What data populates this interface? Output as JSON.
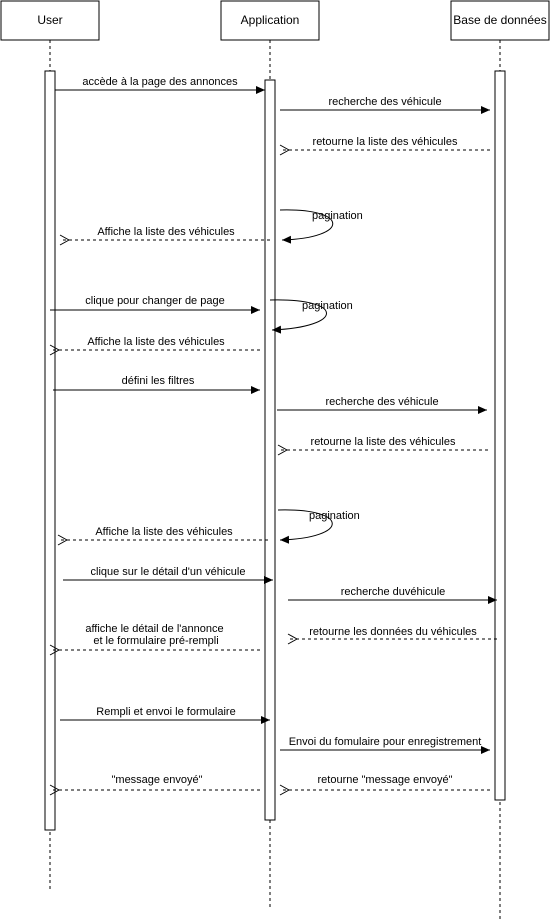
{
  "participants": [
    {
      "id": "user",
      "label": "User"
    },
    {
      "id": "app",
      "label": "Application"
    },
    {
      "id": "db",
      "label": "Base de données"
    }
  ],
  "messages": [
    {
      "from": "user",
      "to": "app",
      "label": "accède à la page des annonces",
      "kind": "call"
    },
    {
      "from": "app",
      "to": "db",
      "label": "recherche des véhicule",
      "kind": "call"
    },
    {
      "from": "db",
      "to": "app",
      "label": "retourne la liste des véhicules",
      "kind": "return"
    },
    {
      "from": "app",
      "to": "app",
      "label": "pagination",
      "kind": "self"
    },
    {
      "from": "app",
      "to": "user",
      "label": "Affiche la liste des véhicules",
      "kind": "return"
    },
    {
      "from": "user",
      "to": "app",
      "label": "clique pour changer de page",
      "kind": "call"
    },
    {
      "from": "app",
      "to": "app",
      "label": "pagination",
      "kind": "self"
    },
    {
      "from": "app",
      "to": "user",
      "label": "Affiche la liste des véhicules",
      "kind": "return"
    },
    {
      "from": "user",
      "to": "app",
      "label": "défini les filtres",
      "kind": "call"
    },
    {
      "from": "app",
      "to": "db",
      "label": "recherche des véhicule",
      "kind": "call"
    },
    {
      "from": "db",
      "to": "app",
      "label": "retourne la liste des véhicules",
      "kind": "return"
    },
    {
      "from": "app",
      "to": "app",
      "label": "pagination",
      "kind": "self"
    },
    {
      "from": "app",
      "to": "user",
      "label": "Affiche la liste des véhicules",
      "kind": "return"
    },
    {
      "from": "user",
      "to": "app",
      "label": "clique sur le détail d'un véhicule",
      "kind": "call"
    },
    {
      "from": "app",
      "to": "db",
      "label": "recherche duvéhicule",
      "kind": "call"
    },
    {
      "from": "db",
      "to": "app",
      "label": "retourne les données du véhicules",
      "kind": "return"
    },
    {
      "from": "app",
      "to": "user",
      "label": "affiche le détail de l'annonce\net le formulaire pré-rempli",
      "kind": "return"
    },
    {
      "from": "user",
      "to": "app",
      "label": "Rempli et envoi le formulaire",
      "kind": "call"
    },
    {
      "from": "app",
      "to": "db",
      "label": "Envoi du fomulaire pour enregistrement",
      "kind": "call"
    },
    {
      "from": "db",
      "to": "app",
      "label": "retourne \"message envoyé\"",
      "kind": "return"
    },
    {
      "from": "app",
      "to": "user",
      "label": "\"message envoyé\"",
      "kind": "return"
    }
  ]
}
